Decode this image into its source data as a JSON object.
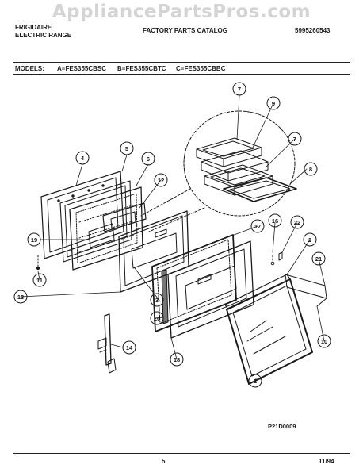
{
  "watermark": "AppliancePartsPros.com",
  "header": {
    "brand": "FRIGIDAIRE",
    "product": "ELECTRIC RANGE",
    "catalog": "FACTORY PARTS CATALOG",
    "catalog_number": "5995260543"
  },
  "models": {
    "label": "MODELS:",
    "a": "A=FES355CBSC",
    "b": "B=FES355CBTC",
    "c": "C=FES355CBBC"
  },
  "callouts": {
    "n1": "1",
    "n2": "2",
    "n3": "3",
    "n4": "4",
    "n5": "5",
    "n6": "6",
    "n7a": "7",
    "n7b": "7",
    "n8": "8",
    "n9": "9",
    "n10": "10",
    "n11": "11",
    "n12": "12",
    "n13": "13",
    "n14": "14",
    "n16": "16",
    "n17": "17",
    "n18": "18",
    "n19": "19",
    "n20": "20",
    "n21": "21",
    "n22": "22"
  },
  "drawing_code": "P21D0009",
  "footer": {
    "page": "5",
    "date": "11/94"
  },
  "colors": {
    "ink": "#1a1a1a",
    "watermark": "#d4d4d4",
    "paper": "#ffffff"
  }
}
